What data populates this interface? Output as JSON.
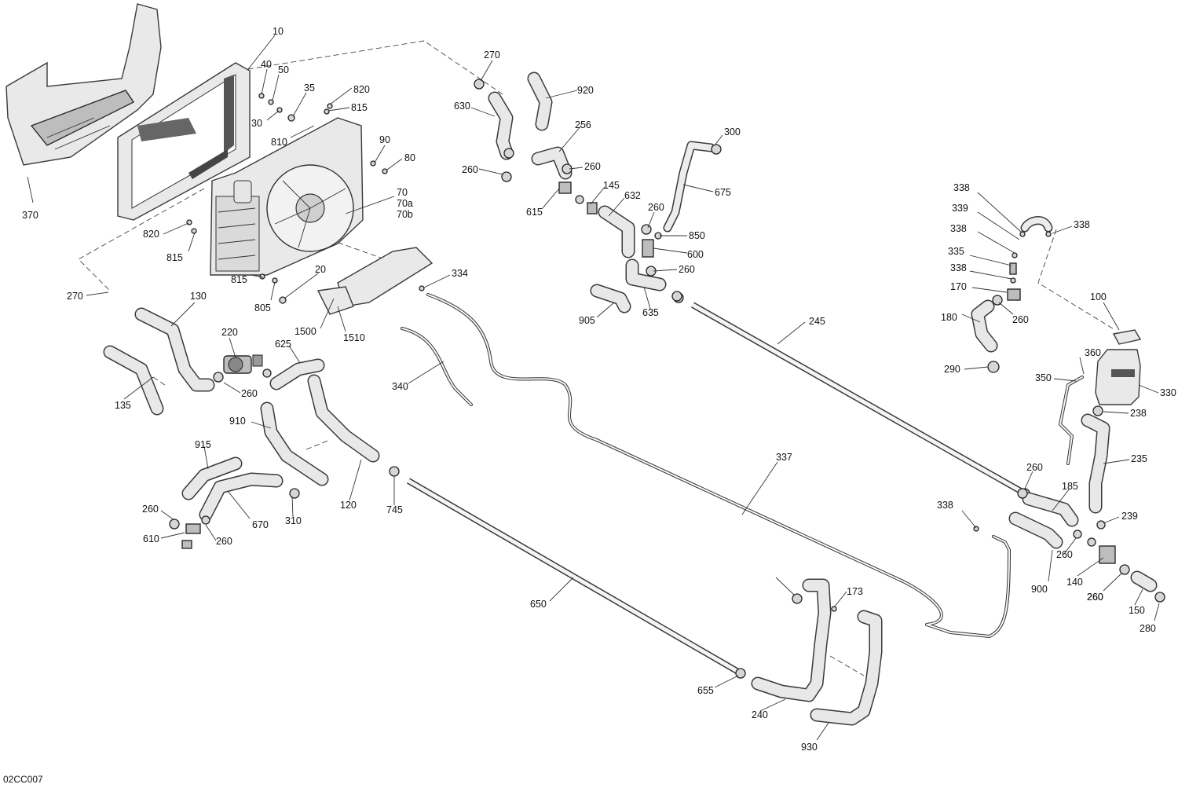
{
  "diagram_code": "02CC007",
  "callouts": [
    {
      "id": "10",
      "label": "10"
    },
    {
      "id": "40",
      "label": "40"
    },
    {
      "id": "50",
      "label": "50"
    },
    {
      "id": "35",
      "label": "35"
    },
    {
      "id": "820a",
      "label": "820"
    },
    {
      "id": "815a",
      "label": "815"
    },
    {
      "id": "30",
      "label": "30"
    },
    {
      "id": "810",
      "label": "810"
    },
    {
      "id": "90",
      "label": "90"
    },
    {
      "id": "80",
      "label": "80"
    },
    {
      "id": "70",
      "label": "70"
    },
    {
      "id": "70a",
      "label": "70a"
    },
    {
      "id": "70b",
      "label": "70b"
    },
    {
      "id": "370",
      "label": "370"
    },
    {
      "id": "820b",
      "label": "820"
    },
    {
      "id": "815b",
      "label": "815"
    },
    {
      "id": "815c",
      "label": "815"
    },
    {
      "id": "805",
      "label": "805"
    },
    {
      "id": "20",
      "label": "20"
    },
    {
      "id": "270a",
      "label": "270"
    },
    {
      "id": "130",
      "label": "130"
    },
    {
      "id": "1500",
      "label": "1500"
    },
    {
      "id": "1510",
      "label": "1510"
    },
    {
      "id": "334",
      "label": "334"
    },
    {
      "id": "220",
      "label": "220"
    },
    {
      "id": "625",
      "label": "625"
    },
    {
      "id": "135",
      "label": "135"
    },
    {
      "id": "260a",
      "label": "260"
    },
    {
      "id": "340",
      "label": "340"
    },
    {
      "id": "910",
      "label": "910"
    },
    {
      "id": "915",
      "label": "915"
    },
    {
      "id": "260b",
      "label": "260"
    },
    {
      "id": "610",
      "label": "610"
    },
    {
      "id": "260c",
      "label": "260"
    },
    {
      "id": "670",
      "label": "670"
    },
    {
      "id": "310",
      "label": "310"
    },
    {
      "id": "120",
      "label": "120"
    },
    {
      "id": "745",
      "label": "745"
    },
    {
      "id": "650",
      "label": "650"
    },
    {
      "id": "655",
      "label": "655"
    },
    {
      "id": "270b",
      "label": "270"
    },
    {
      "id": "920",
      "label": "920"
    },
    {
      "id": "630",
      "label": "630"
    },
    {
      "id": "256",
      "label": "256"
    },
    {
      "id": "260d",
      "label": "260"
    },
    {
      "id": "260e",
      "label": "260"
    },
    {
      "id": "300",
      "label": "300"
    },
    {
      "id": "145",
      "label": "145"
    },
    {
      "id": "632",
      "label": "632"
    },
    {
      "id": "615",
      "label": "615"
    },
    {
      "id": "675",
      "label": "675"
    },
    {
      "id": "260f",
      "label": "260"
    },
    {
      "id": "850",
      "label": "850"
    },
    {
      "id": "600",
      "label": "600"
    },
    {
      "id": "260g",
      "label": "260"
    },
    {
      "id": "905",
      "label": "905"
    },
    {
      "id": "635",
      "label": "635"
    },
    {
      "id": "245",
      "label": "245"
    },
    {
      "id": "337",
      "label": "337"
    },
    {
      "id": "260h",
      "label": "260"
    },
    {
      "id": "173",
      "label": "173"
    },
    {
      "id": "240",
      "label": "240"
    },
    {
      "id": "930",
      "label": "930"
    },
    {
      "id": "338a",
      "label": "338"
    },
    {
      "id": "339",
      "label": "339"
    },
    {
      "id": "338b",
      "label": "338"
    },
    {
      "id": "338c",
      "label": "338"
    },
    {
      "id": "335",
      "label": "335"
    },
    {
      "id": "338d",
      "label": "338"
    },
    {
      "id": "170",
      "label": "170"
    },
    {
      "id": "180",
      "label": "180"
    },
    {
      "id": "260i",
      "label": "260"
    },
    {
      "id": "290",
      "label": "290"
    },
    {
      "id": "100",
      "label": "100"
    },
    {
      "id": "360",
      "label": "360"
    },
    {
      "id": "350",
      "label": "350"
    },
    {
      "id": "330",
      "label": "330"
    },
    {
      "id": "238",
      "label": "238"
    },
    {
      "id": "235",
      "label": "235"
    },
    {
      "id": "260j",
      "label": "260"
    },
    {
      "id": "185",
      "label": "185"
    },
    {
      "id": "338e",
      "label": "338"
    },
    {
      "id": "239",
      "label": "239"
    },
    {
      "id": "260k",
      "label": "260"
    },
    {
      "id": "900",
      "label": "900"
    },
    {
      "id": "140",
      "label": "140"
    },
    {
      "id": "260l",
      "label": "260"
    },
    {
      "id": "150",
      "label": "150"
    },
    {
      "id": "280",
      "label": "280"
    }
  ]
}
